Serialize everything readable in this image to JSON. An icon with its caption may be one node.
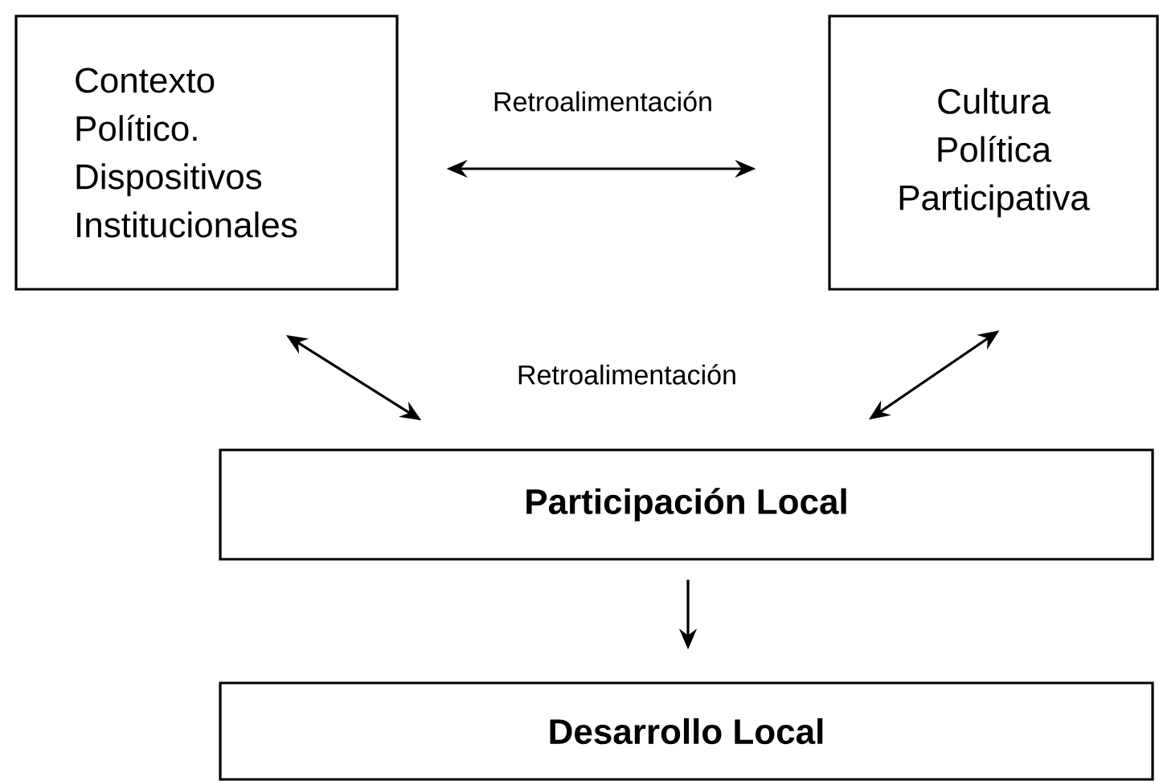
{
  "diagram": {
    "nodes": [
      {
        "text": [
          "Contexto Político. Dispositivos Institucionales"
        ]
      },
      {
        "text": [
          "Cultura Política Participativa"
        ]
      },
      {
        "text": [
          "Participación Local"
        ]
      },
      {
        "text": [
          "Desarrollo Local"
        ]
      }
    ],
    "edges": [
      {
        "from": 0,
        "to": 1,
        "arrow": "both",
        "label": "Retroalimentación"
      },
      {
        "from": 0,
        "to": 2,
        "arrow": "both"
      },
      {
        "from": 1,
        "to": 2,
        "arrow": "both"
      },
      {
        "from": 2,
        "to": 3,
        "arrow": "to"
      }
    ],
    "labels": [
      "Retroalimentación"
    ]
  }
}
